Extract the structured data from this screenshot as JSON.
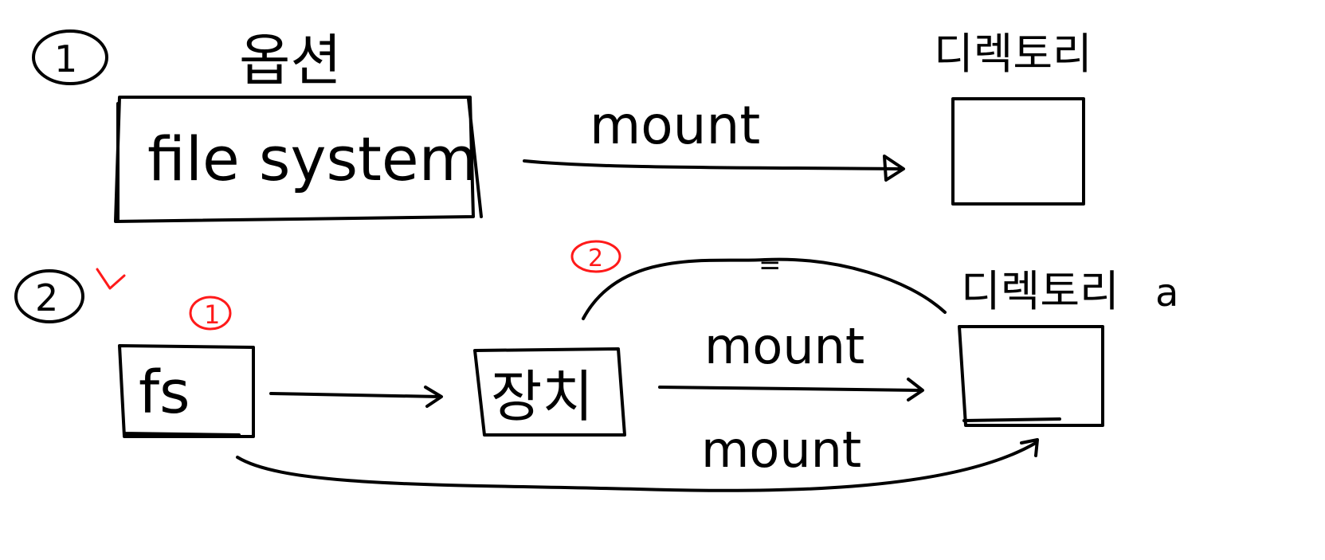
{
  "section1": {
    "marker": "1",
    "option_label": "옵션",
    "box_text": "file system",
    "arrow_label": "mount",
    "target_label": "디렉토리"
  },
  "section2": {
    "marker": "2",
    "step1_marker": "1",
    "step2_marker": "2",
    "fs_box_text": "fs",
    "device_box_text": "장치",
    "top_arc_label": "=",
    "arrow_label_upper": "mount",
    "arrow_label_lower": "mount",
    "target_label": "디렉토리",
    "target_suffix": "a"
  },
  "colors": {
    "ink": "#000000",
    "annotation": "#ff1a1a",
    "background": "#ffffff"
  }
}
